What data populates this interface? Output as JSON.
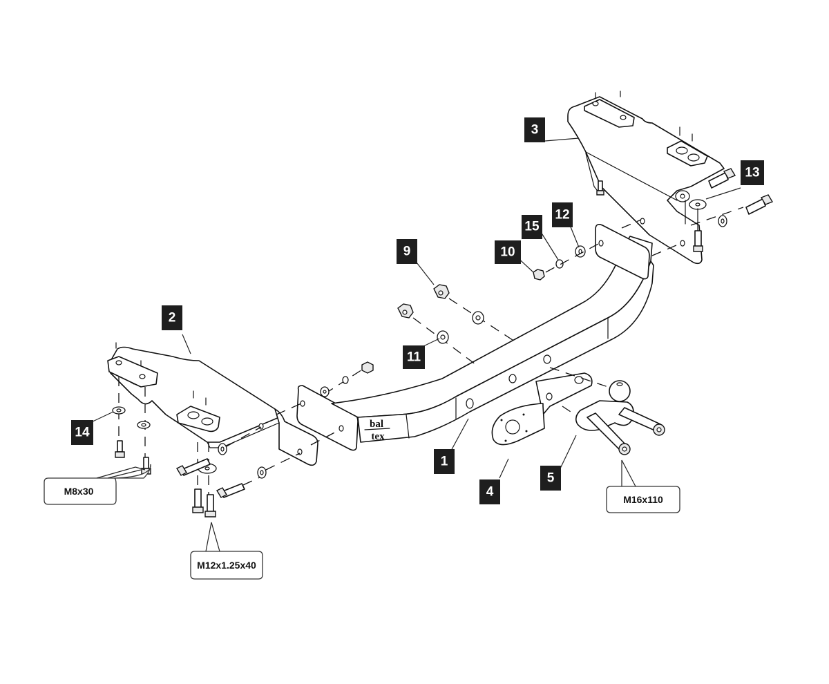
{
  "diagram": {
    "title": "Towbar exploded assembly diagram",
    "brand_logo": {
      "line1": "bal",
      "line2": "tex"
    },
    "colors": {
      "line": "#111111",
      "callout_background": "#1e1e1e",
      "callout_text": "#ffffff",
      "background": "#ffffff"
    },
    "callouts": [
      {
        "id": "1",
        "part": "main crossbar"
      },
      {
        "id": "2",
        "part": "left side bracket"
      },
      {
        "id": "3",
        "part": "right side bracket"
      },
      {
        "id": "4",
        "part": "electrical socket plate"
      },
      {
        "id": "5",
        "part": "tow ball neck"
      },
      {
        "id": "9",
        "part": "nut"
      },
      {
        "id": "10",
        "part": "nut"
      },
      {
        "id": "11",
        "part": "washer"
      },
      {
        "id": "12",
        "part": "washer"
      },
      {
        "id": "13",
        "part": "bolt"
      },
      {
        "id": "14",
        "part": "washer"
      },
      {
        "id": "15",
        "part": "spring washer"
      }
    ],
    "bolt_specs": [
      {
        "label": "M8x30"
      },
      {
        "label": "M12x1.25x40"
      },
      {
        "label": "M16x110"
      }
    ]
  }
}
